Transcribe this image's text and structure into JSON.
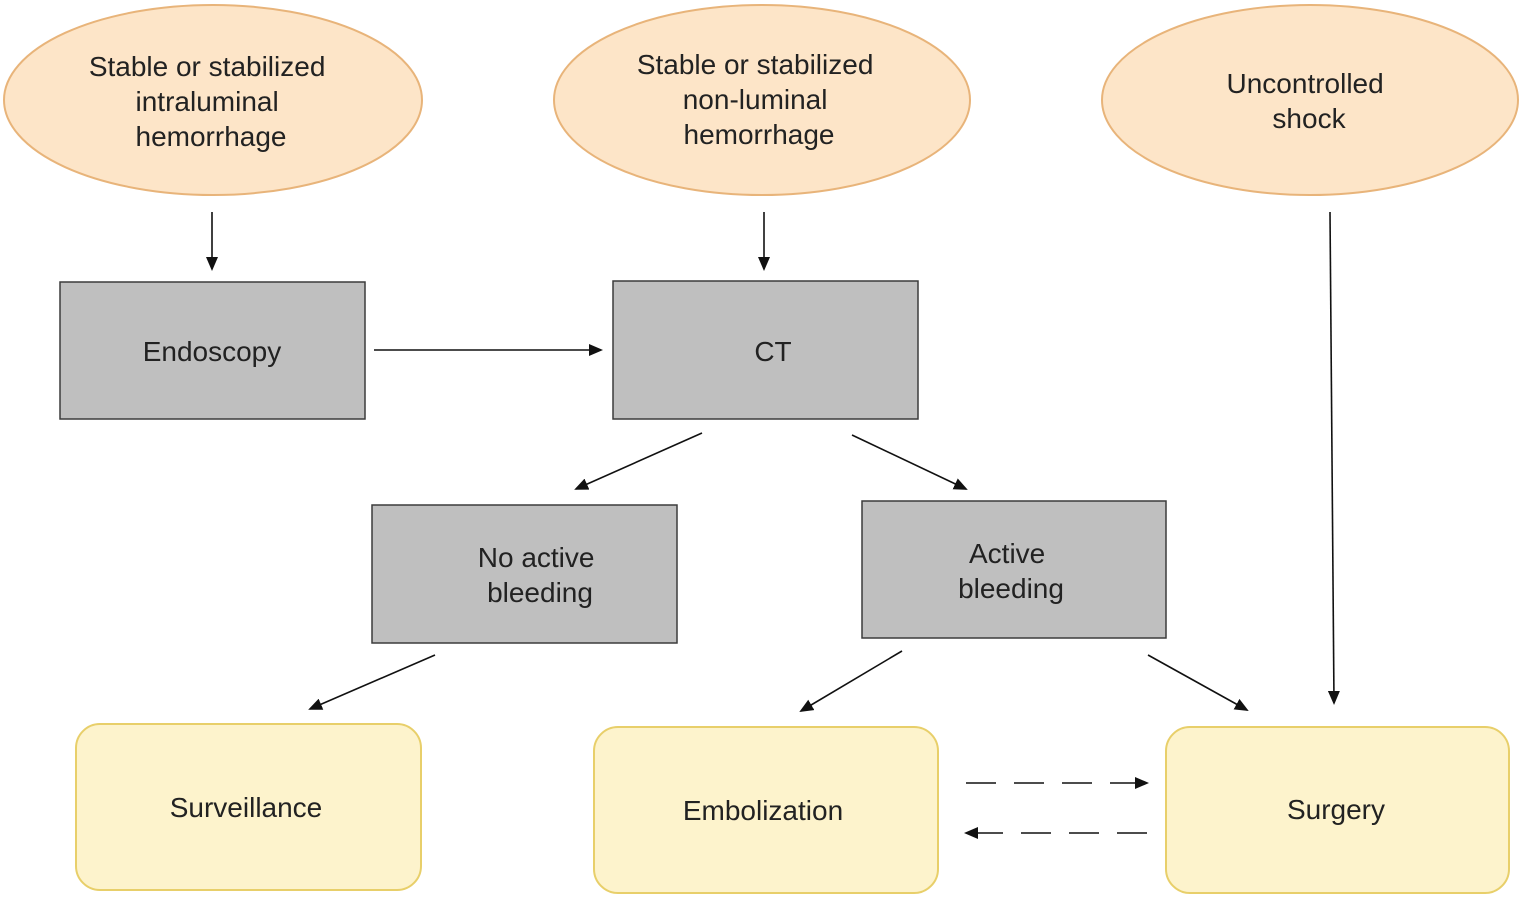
{
  "nodes": {
    "intraluminal": {
      "lines": [
        "Stable or stabilized",
        "intraluminal",
        "hemorrhage"
      ]
    },
    "nonluminal": {
      "lines": [
        "Stable or stabilized",
        "non-luminal",
        "hemorrhage"
      ]
    },
    "shock": {
      "lines": [
        "Uncontrolled",
        "shock"
      ]
    },
    "endoscopy": {
      "lines": [
        "Endoscopy"
      ]
    },
    "ct": {
      "lines": [
        "CT"
      ]
    },
    "no_active": {
      "lines": [
        "No active",
        "bleeding"
      ]
    },
    "active": {
      "lines": [
        "Active",
        "bleeding"
      ]
    },
    "surveillance": {
      "lines": [
        "Surveillance"
      ]
    },
    "embolization": {
      "lines": [
        "Embolization"
      ]
    },
    "surgery": {
      "lines": [
        "Surgery"
      ]
    }
  },
  "colors": {
    "ellipse_fill": "#fde5c8",
    "ellipse_stroke": "#e8b47a",
    "box_fill": "#bfbfbf",
    "box_stroke": "#3c3c3c",
    "outcome_fill": "#fdf3cc",
    "outcome_stroke": "#e8cf6a",
    "arrow": "#111111"
  }
}
